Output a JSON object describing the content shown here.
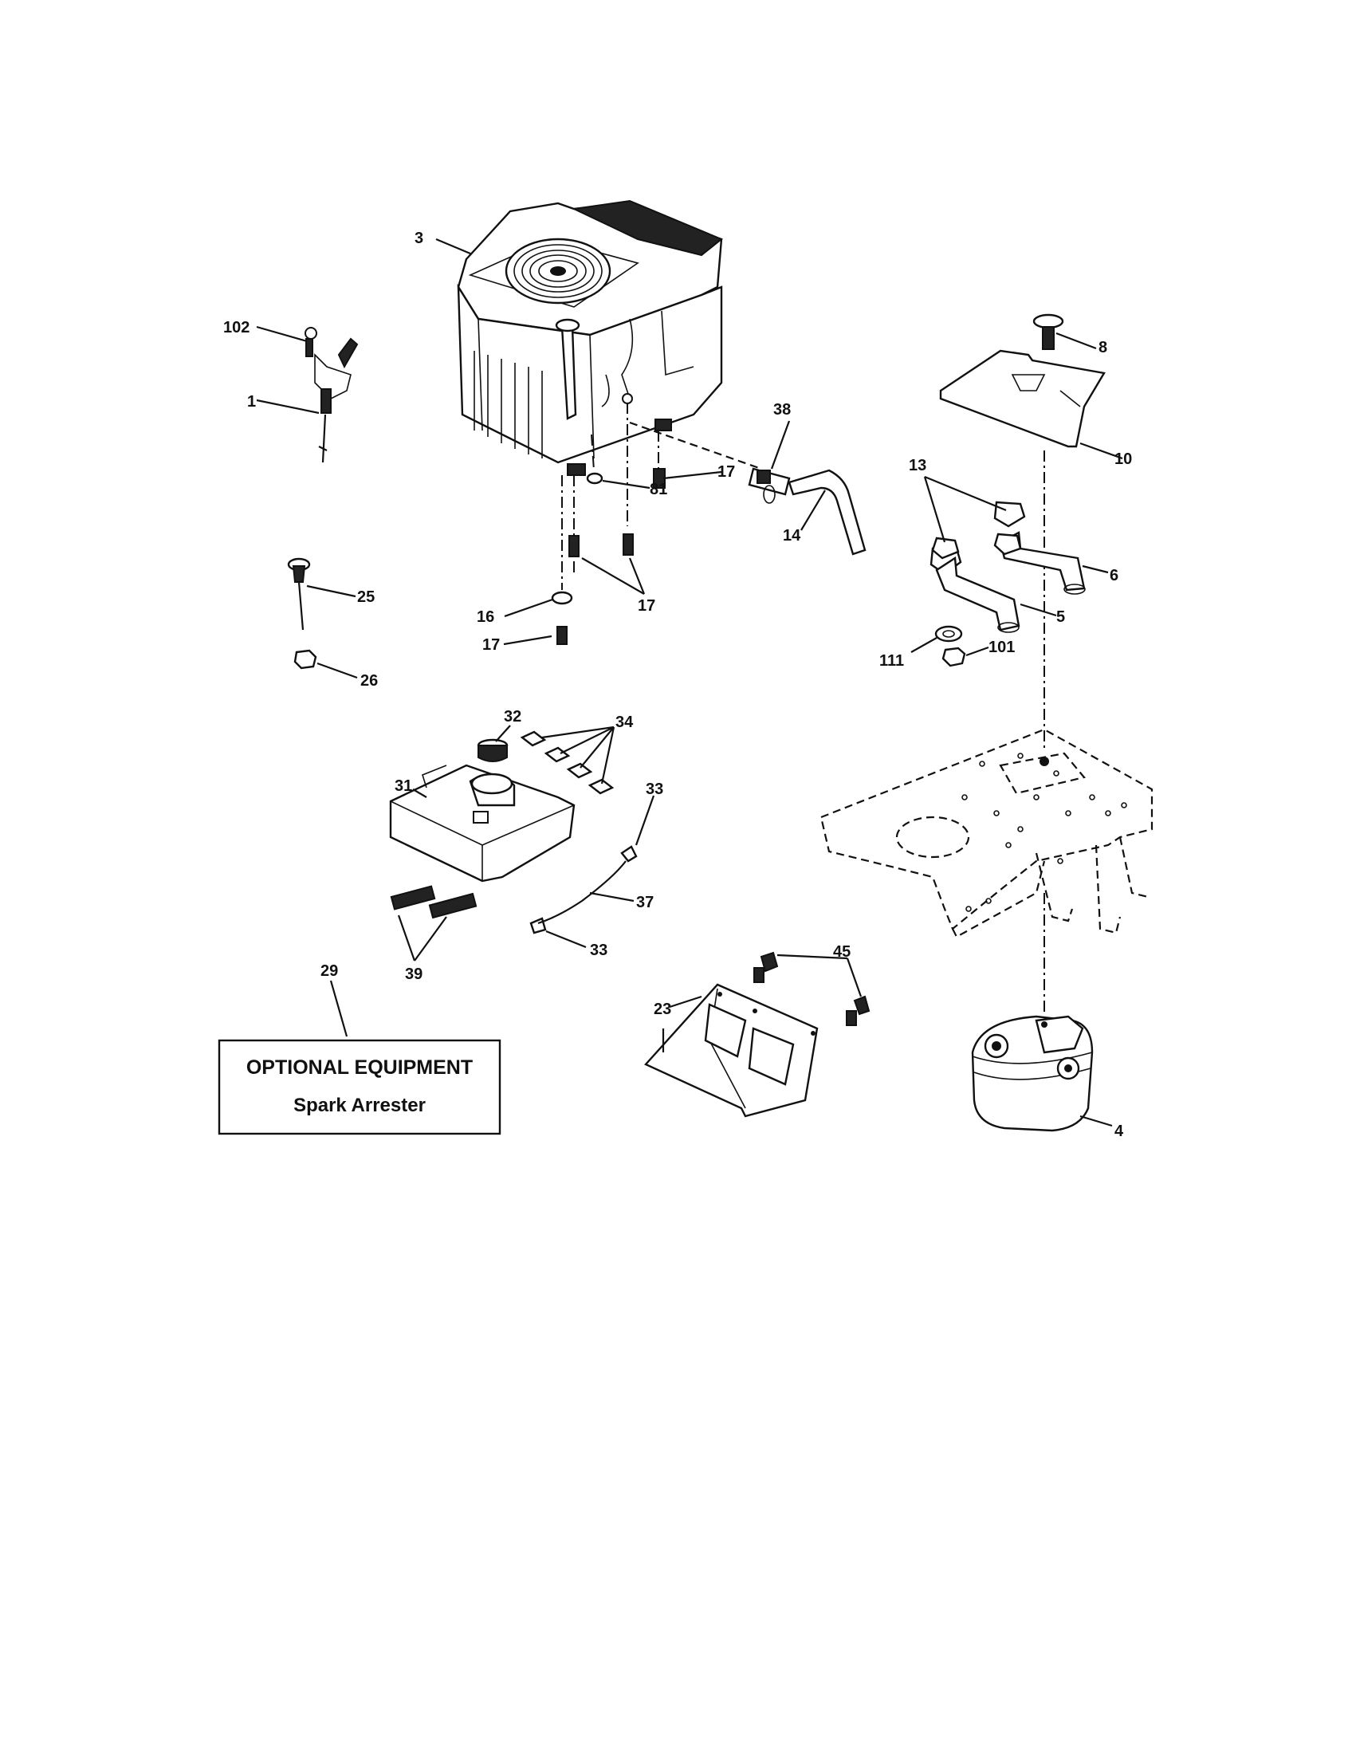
{
  "labels": {
    "l3": "3",
    "l102": "102",
    "l1": "1",
    "l8": "8",
    "l38": "38",
    "l17a": "17",
    "l81": "81",
    "l10": "10",
    "l13": "13",
    "l14": "14",
    "l6": "6",
    "l25": "25",
    "l16": "16",
    "l17b": "17",
    "l17c": "17",
    "l5": "5",
    "l111": "111",
    "l101": "101",
    "l26": "26",
    "l32": "32",
    "l34": "34",
    "l31": "31",
    "l33a": "33",
    "l37": "37",
    "l33b": "33",
    "l39": "39",
    "l29": "29",
    "l45": "45",
    "l23": "23",
    "l4": "4"
  },
  "optional_box": {
    "title": "OPTIONAL EQUIPMENT",
    "subtitle": "Spark Arrester"
  }
}
